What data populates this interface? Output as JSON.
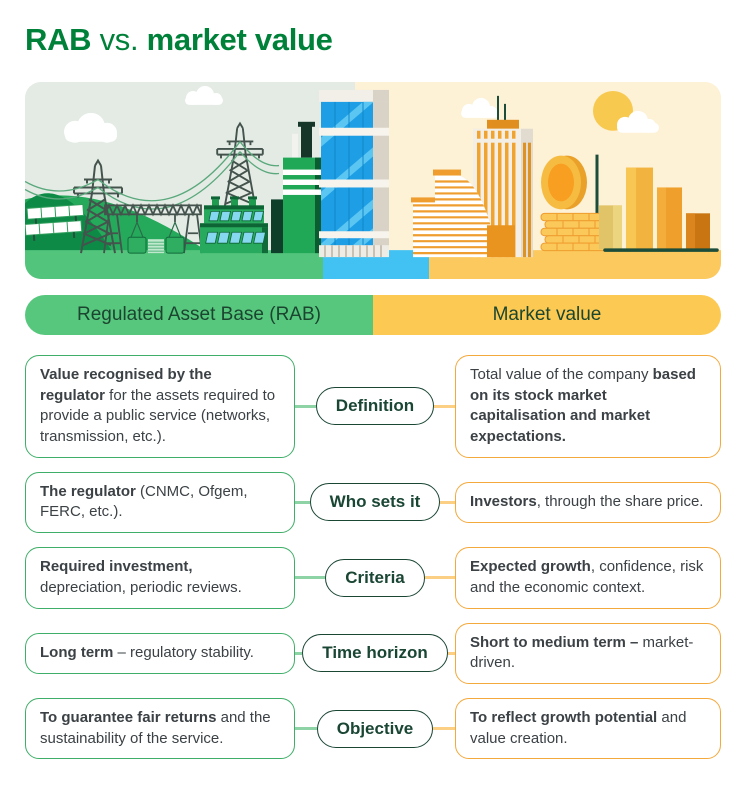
{
  "title": {
    "rab": "RAB",
    "vs": "vs.",
    "rest": "market value"
  },
  "headers": {
    "left": "Regulated Asset Base (RAB)",
    "right": "Market value"
  },
  "rows": [
    {
      "label": "Definition",
      "left": {
        "pre": "",
        "bold": "Value recognised by the regulator",
        "post": " for the assets required to provide a public service (networks, transmission, etc.)."
      },
      "right": {
        "pre": "Total value of the company ",
        "bold": "based on its stock market capitalisation and market expectations.",
        "post": ""
      }
    },
    {
      "label": "Who sets it",
      "left": {
        "pre": "",
        "bold": "The regulator",
        "post": " (CNMC, Ofgem, FERC, etc.)."
      },
      "right": {
        "pre": "",
        "bold": "Investors",
        "post": ", through the share price."
      }
    },
    {
      "label": "Criteria",
      "left": {
        "pre": "",
        "bold": "Required investment,",
        "post": " depreciation, periodic reviews."
      },
      "right": {
        "pre": "",
        "bold": "Expected growth",
        "post": ", confidence, risk and the economic context."
      }
    },
    {
      "label": "Time horizon",
      "left": {
        "pre": "",
        "bold": "Long term",
        "post": " – regulatory stability."
      },
      "right": {
        "pre": "",
        "bold": "Short to medium term –",
        "post": " market-driven."
      }
    },
    {
      "label": "Objective",
      "left": {
        "pre": "",
        "bold": "To guarantee fair returns",
        "post": " and the sustainability of the service."
      },
      "right": {
        "pre": "",
        "bold": "To reflect growth potential",
        "post": " and value creation."
      }
    }
  ],
  "colors": {
    "brand_green": "#00813a",
    "header_green": "#57c77e",
    "header_yellow": "#fcca52",
    "header_text": "#1b452f",
    "box_border_green": "#3fae68",
    "box_border_orange": "#f4a93d",
    "pill_green": "#1a4634",
    "connector_green": "#8ed3a6",
    "connector_orange": "#fbd084",
    "body_text": "#3b4145"
  },
  "illustration": {
    "left_theme": "regulated-energy-infrastructure",
    "right_theme": "financial-market-city",
    "icons": [
      "solar-panels",
      "transmission-pylon",
      "power-lines",
      "substation",
      "factory",
      "green-tower",
      "blue-skyscraper",
      "striped-tower",
      "curved-building",
      "coin-stack",
      "coin",
      "bar-chart",
      "sun",
      "cloud"
    ]
  }
}
